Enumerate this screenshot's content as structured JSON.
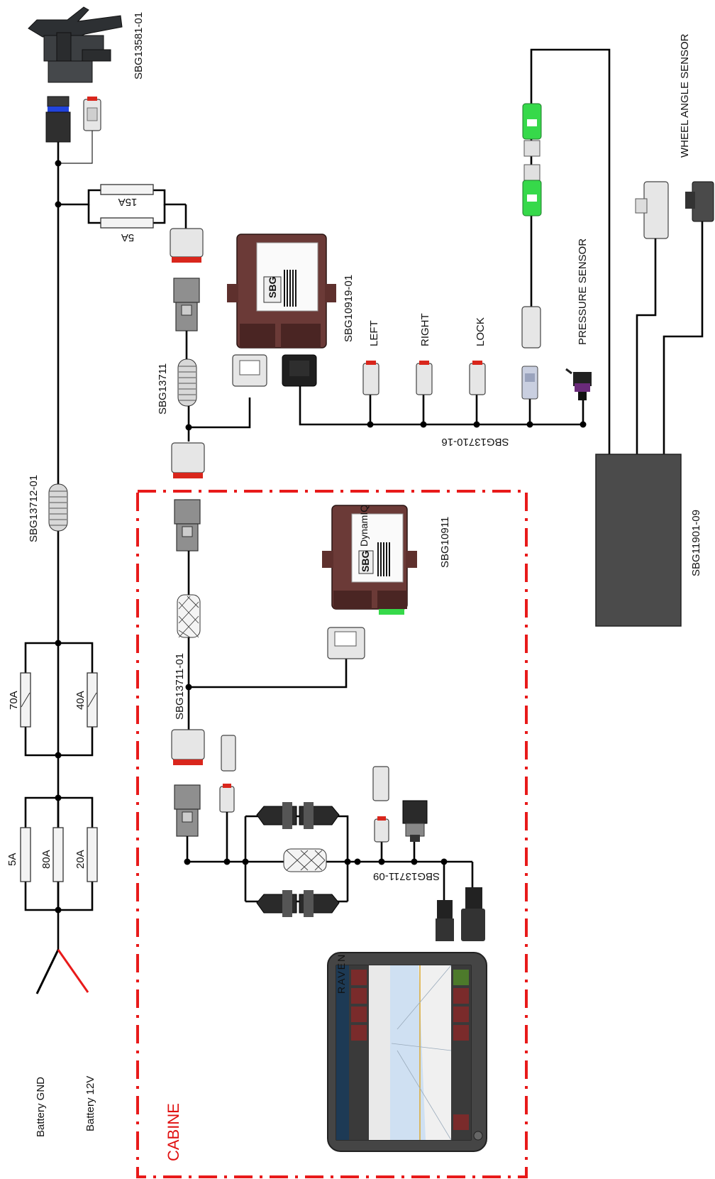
{
  "labels": {
    "part_sbg13581_01": "SBG13581-01",
    "part_sbg10919_01": "SBG10919-01",
    "part_sbg13711": "SBG13711",
    "part_sbg13712_01": "SBG13712-01",
    "part_sbg13710_16": "SBG13710-16",
    "part_sbg10911": "SBG10911",
    "part_sbg13711_01": "SBG13711-01",
    "part_sbg13711_09": "SBG13711-09",
    "part_sbg11901_09": "SBG11901-09",
    "left": "LEFT",
    "right": "RIGHT",
    "lock": "LOCK",
    "pressure_sensor": "PRESSURE SENSOR",
    "wheel_angle_sensor": "WHEEL ANGLE SENSOR",
    "battery_gnd": "Battery GND",
    "battery_12v": "Battery 12V",
    "cabine": "CABINE"
  },
  "fuses": {
    "f15a": "15A",
    "f5a_top": "5A",
    "f70a": "70A",
    "f40a": "40A",
    "f5a_bottom": "5A",
    "f80a": "80A",
    "f20a": "20A"
  },
  "module_text": {
    "sbg_logo": "SBG",
    "dynamiq": "DynamIQ"
  },
  "display": {
    "brand": "RAVEN"
  },
  "colors": {
    "wire": "#000000",
    "battery_positive": "#e81a1a",
    "cabine_border": "#e81a1a",
    "ecu_body": "#6b3a37",
    "converter_green": "#36d94a",
    "connector_seal_red": "#d9261c",
    "connector_seal_blue": "#2244dd",
    "box_gray": "#4b4b4b"
  }
}
